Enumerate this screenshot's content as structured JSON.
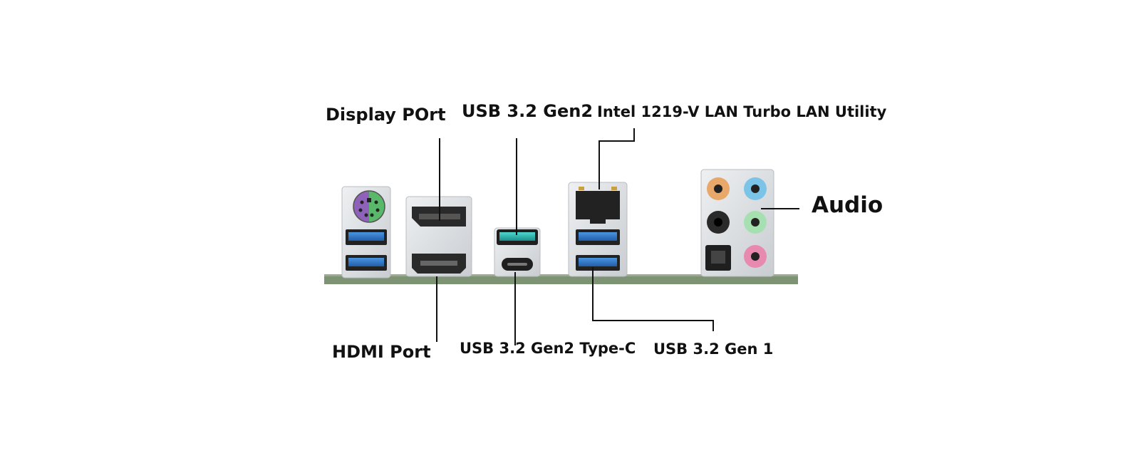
{
  "labels": {
    "display_port": "Display POrt",
    "usb_gen2": "USB 3.2 Gen2",
    "lan": "Intel 1219-V LAN Turbo LAN Utility",
    "audio": "Audio",
    "hdmi": "HDMI Port",
    "usb_typec": "USB 3.2 Gen2 Type-C",
    "usb_gen1": "USB 3.2 Gen 1"
  },
  "colors": {
    "pcb": "#7e9274",
    "shield": "#d9dde0",
    "usb3_blue": "#2f78c8",
    "usb_teal": "#27b5b0",
    "ps2_purple": "#8e62b8",
    "ps2_green": "#5ab86a",
    "audio_orange": "#e8a86a",
    "audio_blue": "#7cc3e8",
    "audio_black": "#2a2a2a",
    "audio_green": "#a7e0b0",
    "audio_pink": "#e88ab0"
  }
}
